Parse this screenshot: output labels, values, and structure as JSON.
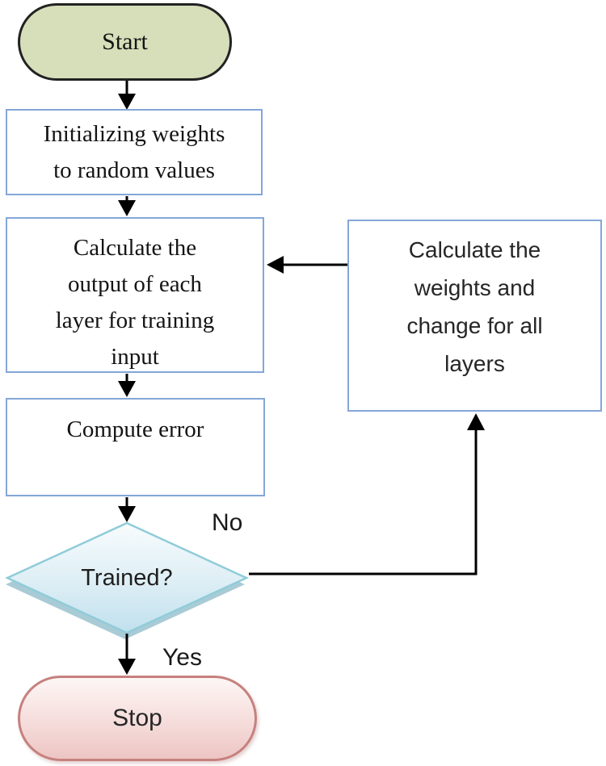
{
  "diagram_type": "flowchart",
  "nodes": {
    "start": {
      "shape": "terminator",
      "label": "Start",
      "fill": "#d7dfba"
    },
    "init_weights": {
      "shape": "process",
      "lines": [
        "Initializing weights",
        "to random values"
      ]
    },
    "calc_output": {
      "shape": "process",
      "lines": [
        "Calculate the",
        "output of each",
        "layer for training",
        "input"
      ]
    },
    "compute_error": {
      "shape": "process",
      "label": "Compute error"
    },
    "trained": {
      "shape": "decision",
      "label": "Trained?"
    },
    "stop": {
      "shape": "terminator",
      "label": "Stop"
    },
    "calc_weights": {
      "shape": "process",
      "lines": [
        "Calculate the",
        "weights and",
        "change for all",
        "layers"
      ]
    }
  },
  "edge_labels": {
    "no": "No",
    "yes": "Yes"
  },
  "edges": [
    {
      "from": "start",
      "to": "init_weights"
    },
    {
      "from": "init_weights",
      "to": "calc_output"
    },
    {
      "from": "calc_output",
      "to": "compute_error"
    },
    {
      "from": "compute_error",
      "to": "trained"
    },
    {
      "from": "trained",
      "to": "stop",
      "label": "Yes"
    },
    {
      "from": "trained",
      "to": "calc_weights",
      "label": "No"
    },
    {
      "from": "calc_weights",
      "to": "calc_output"
    }
  ],
  "colors": {
    "process_border": "#84a7d8",
    "start_fill": "#d7dfba",
    "start_border": "#222222",
    "decision_border": "#8fccd9",
    "decision_fill_top": "#f8fcfd",
    "decision_fill_bottom": "#c0e0ed",
    "stop_border": "#c5817e",
    "stop_fill_top": "#fdf6f5",
    "stop_fill_bottom": "#edc5c3",
    "arrow": "#000000"
  }
}
